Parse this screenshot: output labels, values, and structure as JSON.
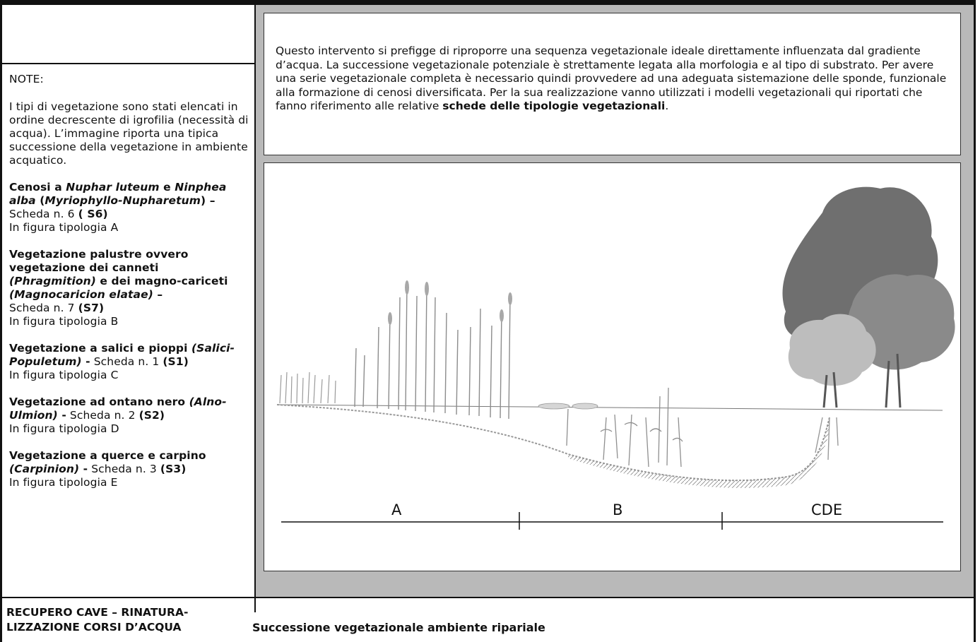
{
  "notes": {
    "heading": "NOTE:",
    "intro": "I tipi di vegetazione sono stati elencati in ordine decrescente di igrofilia (necessità di acqua). L’immagine riporta una tipica successione della vegetazione in ambiente acquatico.",
    "items": [
      {
        "title_parts": [
          "Cenosi a ",
          "Nuphar luteum",
          " e ",
          "Ninphea alba",
          " (",
          "Myriophyllo-Nupharetum",
          ") –"
        ],
        "scheda": "Scheda n. 6 ",
        "code": "( S6)",
        "figura": "In figura tipologia A"
      },
      {
        "title_parts": [
          "Vegetazione palustre ovvero vegetazione dei canneti ",
          "(Phragmition)",
          " e dei magno-cariceti ",
          "(Magnocaricion elatae)",
          " –"
        ],
        "scheda": " Scheda n. 7 ",
        "code": "(S7)",
        "figura": "In figura tipologia B"
      },
      {
        "title_parts": [
          "Vegetazione a salici e pioppi ",
          "(Salici-Populetum)",
          " -"
        ],
        "scheda": " Scheda n. 1 ",
        "code": "(S1)",
        "figura": "In figura tipologia C"
      },
      {
        "title_parts": [
          "Vegetazione ad ontano nero ",
          "(Alno-Ulmion)",
          " -"
        ],
        "scheda": " Scheda n. 2 ",
        "code": "(S2)",
        "figura": "In figura tipologia D"
      },
      {
        "title_parts": [
          "Vegetazione a querce e carpino ",
          "(Carpinion)",
          " -"
        ],
        "scheda": " Scheda n. 3 ",
        "code": "(S3)",
        "figura": "In figura tipologia E"
      }
    ]
  },
  "intro_text": {
    "body": "Questo intervento si prefigge di riproporre una sequenza vegetazionale ideale direttamente influenzata dal gradiente d’acqua. La successione vegetazionale potenziale è strettamente legata alla morfologia e al tipo di substrato. Per avere una serie vegetazionale completa è necessario quindi provvedere ad una adeguata sistemazione delle sponde, funzionale alla formazione di cenosi diversificata. Per la sua realizzazione vanno utilizzati i modelli vegetazionali qui riportati che fanno riferimento alle relative ",
    "bold": "schede delle tipologie vegetazionali",
    "end": "."
  },
  "figure": {
    "labels": [
      "A",
      "B",
      "CDE"
    ]
  },
  "footer": {
    "left_title": "RECUPERO CAVE – RINATURA-LIZZAZIONE CORSI D’ACQUA",
    "title": "Successione vegetazionale ambiente ripariale"
  }
}
